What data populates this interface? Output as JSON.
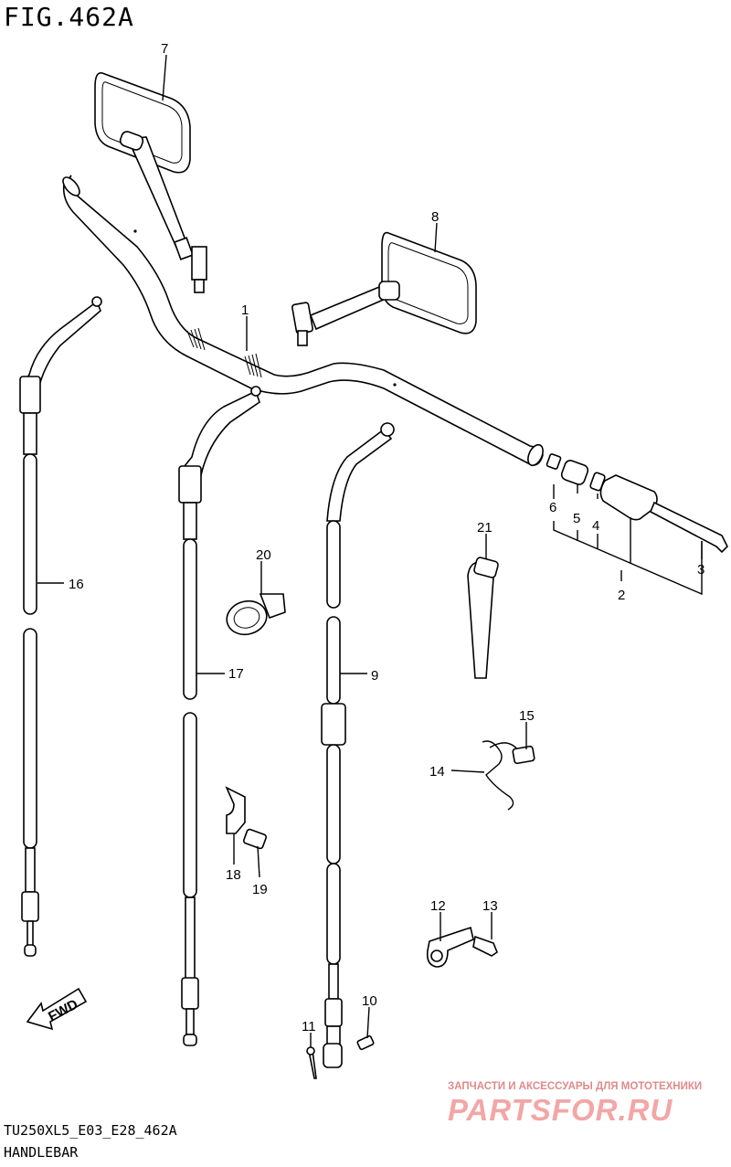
{
  "figure": {
    "title": "FIG.462A"
  },
  "footer": {
    "model_code": "TU250XL5_E03_E28_462A",
    "section": "HANDLEBAR"
  },
  "fwd_arrow": {
    "label": "FWD",
    "icon": "forward-arrow-icon"
  },
  "watermark": {
    "tagline": "ЗАПЧАСТИ И АКСЕССУАРЫ ДЛЯ МОТОТЕХНИКИ",
    "logo": "PARTSFOR.RU",
    "color": "#f3a6a6"
  },
  "callouts": [
    {
      "id": "c1",
      "number": "1"
    },
    {
      "id": "c2",
      "number": "2"
    },
    {
      "id": "c3",
      "number": "3"
    },
    {
      "id": "c4",
      "number": "4"
    },
    {
      "id": "c5",
      "number": "5"
    },
    {
      "id": "c6",
      "number": "6"
    },
    {
      "id": "c7",
      "number": "7"
    },
    {
      "id": "c8",
      "number": "8"
    },
    {
      "id": "c9",
      "number": "9"
    },
    {
      "id": "c10",
      "number": "10"
    },
    {
      "id": "c11",
      "number": "11"
    },
    {
      "id": "c12",
      "number": "12"
    },
    {
      "id": "c13",
      "number": "13"
    },
    {
      "id": "c14",
      "number": "14"
    },
    {
      "id": "c15",
      "number": "15"
    },
    {
      "id": "c16",
      "number": "16"
    },
    {
      "id": "c17",
      "number": "17"
    },
    {
      "id": "c18",
      "number": "18"
    },
    {
      "id": "c19",
      "number": "19"
    },
    {
      "id": "c20",
      "number": "20"
    },
    {
      "id": "c21",
      "number": "21"
    }
  ]
}
